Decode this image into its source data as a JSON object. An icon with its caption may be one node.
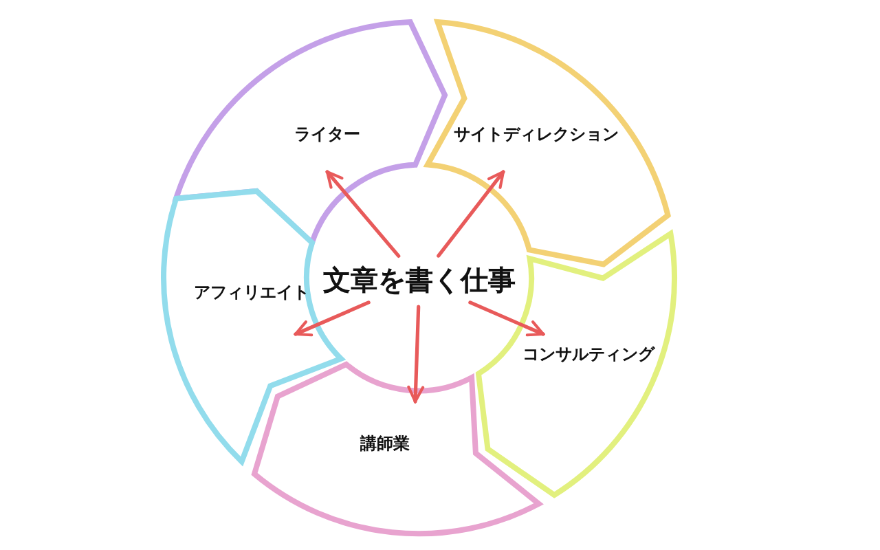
{
  "diagram": {
    "nodes": [
      {
        "text": [
          "文章を書く仕事"
        ]
      },
      {
        "text": [
          "ライター"
        ]
      },
      {
        "text": [
          "サイトディレクション"
        ]
      },
      {
        "text": [
          "コンサルティング"
        ]
      },
      {
        "text": [
          "講師業"
        ]
      },
      {
        "text": [
          "アフィリエイト"
        ]
      }
    ],
    "edges": [
      {
        "from": 0,
        "to": 1,
        "arrow": "to"
      },
      {
        "from": 0,
        "to": 2,
        "arrow": "to"
      },
      {
        "from": 0,
        "to": 3,
        "arrow": "to"
      },
      {
        "from": 0,
        "to": 4,
        "arrow": "to"
      },
      {
        "from": 0,
        "to": 5,
        "arrow": "to"
      }
    ]
  }
}
